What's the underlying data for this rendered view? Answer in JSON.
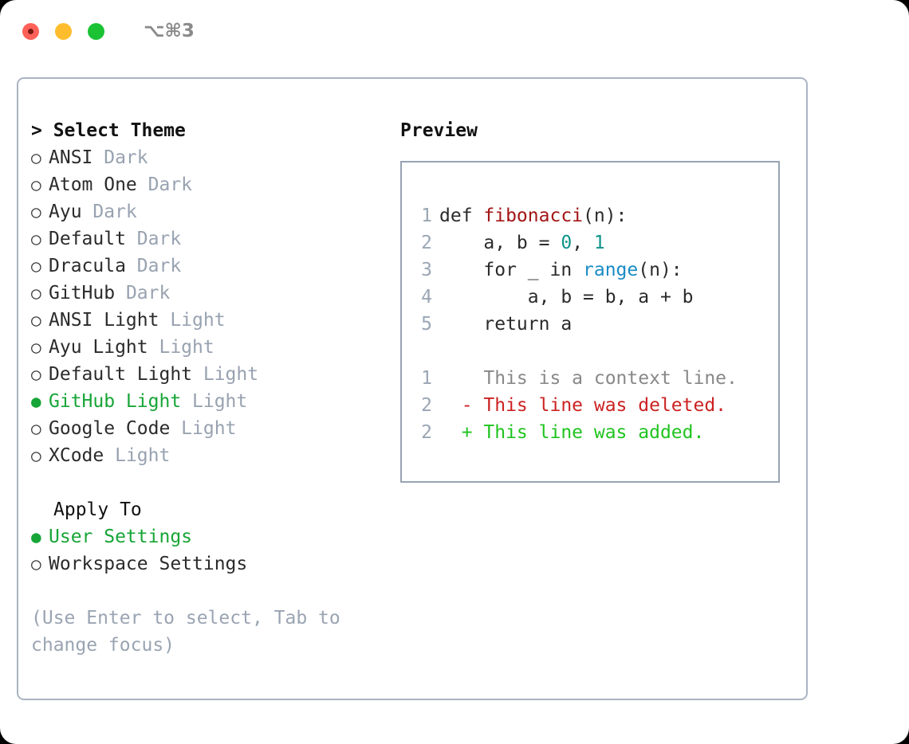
{
  "window": {
    "shortcut": "⌥⌘3",
    "traffic_lights": [
      {
        "name": "close",
        "color": "#ff6159"
      },
      {
        "name": "minimize",
        "color": "#ffbd2e"
      },
      {
        "name": "maximize",
        "color": "#1ac234"
      }
    ]
  },
  "theme_panel": {
    "header": "> Select Theme",
    "bullet_off": "○",
    "bullet_on": "●",
    "options": [
      {
        "label": "ANSI",
        "tag": "Dark",
        "selected": false
      },
      {
        "label": "Atom One",
        "tag": "Dark",
        "selected": false
      },
      {
        "label": "Ayu",
        "tag": "Dark",
        "selected": false
      },
      {
        "label": "Default",
        "tag": "Dark",
        "selected": false
      },
      {
        "label": "Dracula",
        "tag": "Dark",
        "selected": false
      },
      {
        "label": "GitHub",
        "tag": "Dark",
        "selected": false
      },
      {
        "label": "ANSI Light",
        "tag": "Light",
        "selected": false
      },
      {
        "label": "Ayu Light",
        "tag": "Light",
        "selected": false
      },
      {
        "label": "Default Light",
        "tag": "Light",
        "selected": false
      },
      {
        "label": "GitHub Light",
        "tag": "Light",
        "selected": true
      },
      {
        "label": "Google Code",
        "tag": "Light",
        "selected": false
      },
      {
        "label": "XCode",
        "tag": "Light",
        "selected": false
      }
    ]
  },
  "apply_to": {
    "header": "Apply To",
    "options": [
      {
        "label": "User Settings",
        "selected": true
      },
      {
        "label": "Workspace Settings",
        "selected": false
      }
    ]
  },
  "hint": "(Use Enter to select, Tab to change focus)",
  "preview": {
    "title": "Preview",
    "code_lines": [
      {
        "num": "1",
        "indent": "",
        "tokens": [
          {
            "t": "def ",
            "c": "plain"
          },
          {
            "t": "fibonacci",
            "c": "fn"
          },
          {
            "t": "(n):",
            "c": "plain"
          }
        ]
      },
      {
        "num": "2",
        "indent": "    ",
        "tokens": [
          {
            "t": "a, b = ",
            "c": "plain"
          },
          {
            "t": "0",
            "c": "num"
          },
          {
            "t": ", ",
            "c": "plain"
          },
          {
            "t": "1",
            "c": "num"
          }
        ]
      },
      {
        "num": "3",
        "indent": "    ",
        "tokens": [
          {
            "t": "for _ in ",
            "c": "plain"
          },
          {
            "t": "range",
            "c": "call"
          },
          {
            "t": "(n):",
            "c": "plain"
          }
        ]
      },
      {
        "num": "4",
        "indent": "        ",
        "tokens": [
          {
            "t": "a, b = b, a + b",
            "c": "plain"
          }
        ]
      },
      {
        "num": "5",
        "indent": "    ",
        "tokens": [
          {
            "t": "return a",
            "c": "plain"
          }
        ]
      }
    ],
    "diff_lines": [
      {
        "num": "1",
        "marker": " ",
        "text": "This is a context line.",
        "kind": "ctx"
      },
      {
        "num": "2",
        "marker": "-",
        "text": "This line was deleted.",
        "kind": "del"
      },
      {
        "num": "2",
        "marker": "+",
        "text": "This line was added.",
        "kind": "add"
      }
    ]
  },
  "colors": {
    "accent_green": "#17a537",
    "muted": "#98a2b0",
    "border": "#aab4c2",
    "fn_red": "#a31515",
    "num_teal": "#0f9488",
    "call_blue": "#1a8bc4",
    "diff_del": "#cc2222",
    "diff_add": "#20c420"
  }
}
